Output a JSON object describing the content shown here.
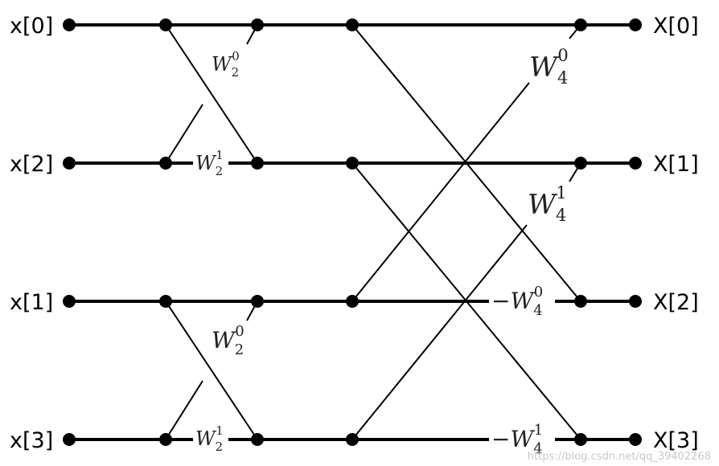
{
  "inputs": [
    "x[0]",
    "x[2]",
    "x[1]",
    "x[3]"
  ],
  "outputs": [
    "X[0]",
    "X[1]",
    "X[2]",
    "X[3]"
  ],
  "twiddles": {
    "stage1_top_cross": {
      "sign": "",
      "base": "W",
      "sub": "2",
      "sup": "0"
    },
    "stage1_top_inline": {
      "sign": "",
      "base": "W",
      "sub": "2",
      "sup": "1"
    },
    "stage1_bot_cross": {
      "sign": "",
      "base": "W",
      "sub": "2",
      "sup": "0"
    },
    "stage1_bot_inline": {
      "sign": "",
      "base": "W",
      "sub": "2",
      "sup": "1"
    },
    "stage2_w40": {
      "sign": "",
      "base": "W",
      "sub": "4",
      "sup": "0"
    },
    "stage2_w41": {
      "sign": "",
      "base": "W",
      "sub": "4",
      "sup": "1"
    },
    "stage2_neg_w40": {
      "sign": "−",
      "base": "W",
      "sub": "4",
      "sup": "0"
    },
    "stage2_neg_w41": {
      "sign": "−",
      "base": "W",
      "sub": "4",
      "sup": "1"
    }
  },
  "watermark": "https://blog.csdn.net/qq_39402268"
}
